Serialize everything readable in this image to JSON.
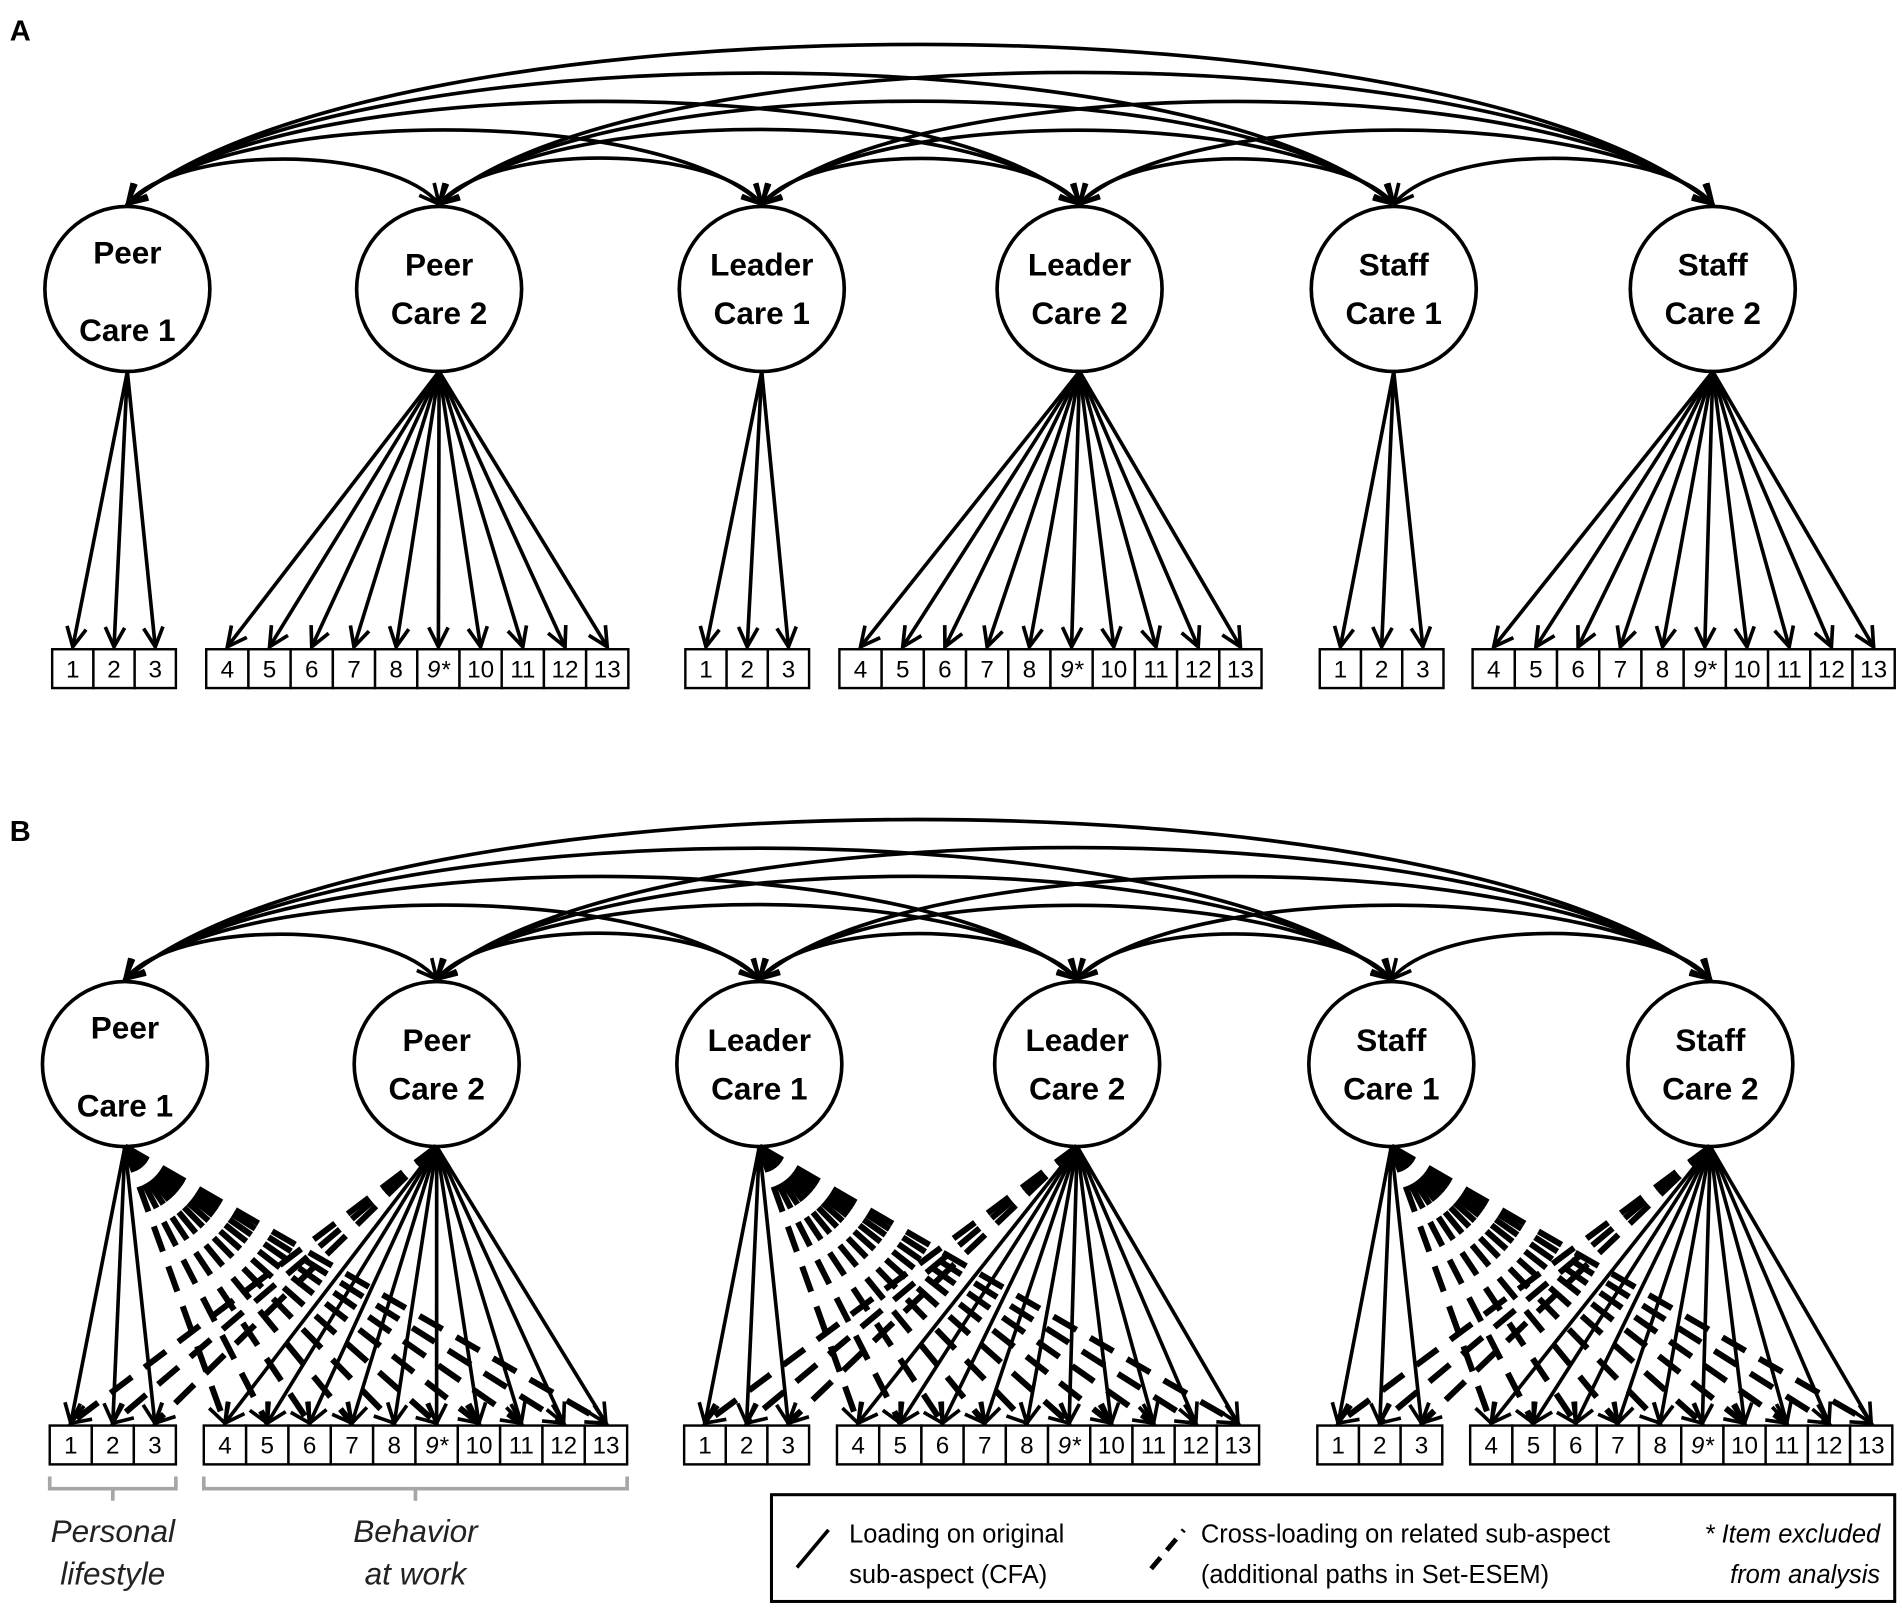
{
  "panels": [
    {
      "label": "A",
      "factors": [
        {
          "lines": [
            "Peer",
            "Care 1"
          ],
          "items": [
            "1",
            "2",
            "3"
          ]
        },
        {
          "lines": [
            "Peer",
            "Care 2"
          ],
          "items": [
            "4",
            "5",
            "6",
            "7",
            "8",
            "9*",
            "10",
            "11",
            "12",
            "13"
          ]
        },
        {
          "lines": [
            "Leader",
            "Care 1"
          ],
          "items": [
            "1",
            "2",
            "3"
          ]
        },
        {
          "lines": [
            "Leader",
            "Care 2"
          ],
          "items": [
            "4",
            "5",
            "6",
            "7",
            "8",
            "9*",
            "10",
            "11",
            "12",
            "13"
          ]
        },
        {
          "lines": [
            "Staff",
            "Care 1"
          ],
          "items": [
            "1",
            "2",
            "3"
          ]
        },
        {
          "lines": [
            "Staff",
            "Care 2"
          ],
          "items": [
            "4",
            "5",
            "6",
            "7",
            "8",
            "9*",
            "10",
            "11",
            "12",
            "13"
          ]
        }
      ],
      "covariances": [
        [
          0,
          1
        ],
        [
          0,
          2
        ],
        [
          0,
          3
        ],
        [
          0,
          4
        ],
        [
          0,
          5
        ],
        [
          1,
          2
        ],
        [
          1,
          3
        ],
        [
          1,
          4
        ],
        [
          1,
          5
        ],
        [
          2,
          3
        ],
        [
          2,
          4
        ],
        [
          2,
          5
        ],
        [
          3,
          4
        ],
        [
          3,
          5
        ],
        [
          4,
          5
        ]
      ],
      "cross_loadings": [],
      "item_groups": []
    },
    {
      "label": "B",
      "factors": [
        {
          "lines": [
            "Peer",
            "Care 1"
          ],
          "items": [
            "1",
            "2",
            "3"
          ]
        },
        {
          "lines": [
            "Peer",
            "Care 2"
          ],
          "items": [
            "4",
            "5",
            "6",
            "7",
            "8",
            "9*",
            "10",
            "11",
            "12",
            "13"
          ]
        },
        {
          "lines": [
            "Leader",
            "Care 1"
          ],
          "items": [
            "1",
            "2",
            "3"
          ]
        },
        {
          "lines": [
            "Leader",
            "Care 2"
          ],
          "items": [
            "4",
            "5",
            "6",
            "7",
            "8",
            "9*",
            "10",
            "11",
            "12",
            "13"
          ]
        },
        {
          "lines": [
            "Staff",
            "Care 1"
          ],
          "items": [
            "1",
            "2",
            "3"
          ]
        },
        {
          "lines": [
            "Staff",
            "Care 2"
          ],
          "items": [
            "4",
            "5",
            "6",
            "7",
            "8",
            "9*",
            "10",
            "11",
            "12",
            "13"
          ]
        }
      ],
      "covariances": [
        [
          0,
          1
        ],
        [
          0,
          2
        ],
        [
          0,
          3
        ],
        [
          0,
          4
        ],
        [
          0,
          5
        ],
        [
          1,
          2
        ],
        [
          1,
          3
        ],
        [
          1,
          4
        ],
        [
          1,
          5
        ],
        [
          2,
          3
        ],
        [
          2,
          4
        ],
        [
          2,
          5
        ],
        [
          3,
          4
        ],
        [
          3,
          5
        ],
        [
          4,
          5
        ]
      ],
      "cross_loadings": [
        [
          0,
          1
        ],
        [
          1,
          0
        ],
        [
          2,
          3
        ],
        [
          3,
          2
        ],
        [
          4,
          5
        ],
        [
          5,
          4
        ]
      ],
      "item_groups": [
        {
          "factor": 0,
          "lines": [
            "Personal",
            "lifestyle"
          ]
        },
        {
          "factor": 1,
          "lines": [
            "Behavior",
            "at work"
          ]
        }
      ]
    }
  ],
  "legend": {
    "loading": [
      "Loading on original",
      "sub-aspect (CFA)"
    ],
    "cross_loading": [
      "Cross-loading on related sub-aspect",
      "(additional paths in Set-ESEM)"
    ],
    "note": [
      "* Item excluded",
      "from analysis"
    ]
  }
}
